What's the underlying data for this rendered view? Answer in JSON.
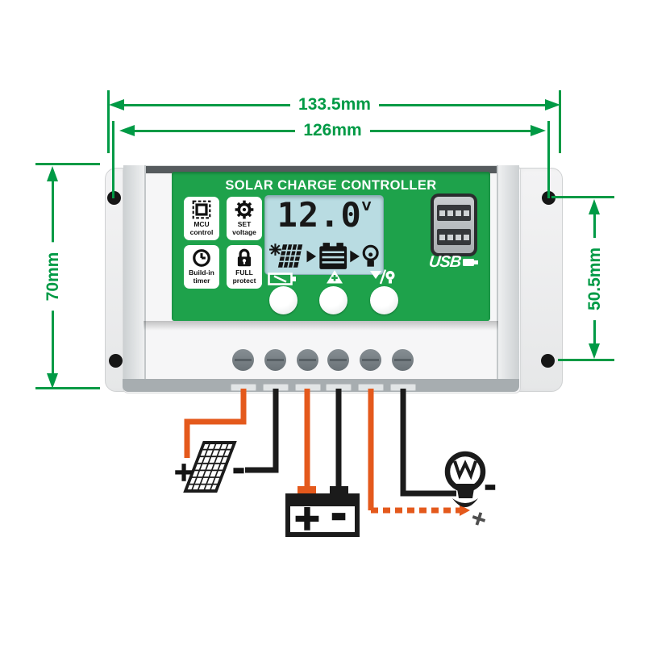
{
  "dimensions": {
    "overall_width": "133.5mm",
    "mount_hole_width": "126mm",
    "overall_height": "70mm",
    "mount_hole_height": "50.5mm"
  },
  "controller": {
    "title": "SOLAR CHARGE CONTROLLER",
    "features": [
      {
        "icon": "mcu-chip-icon",
        "label_line1": "MCU",
        "label_line2": "control"
      },
      {
        "icon": "gear-icon",
        "label_line1": "SET",
        "label_line2": "voltage"
      },
      {
        "icon": "clock-icon",
        "label_line1": "Build-in",
        "label_line2": "timer"
      },
      {
        "icon": "lock-icon",
        "label_line1": "FULL",
        "label_line2": "protect"
      }
    ],
    "lcd": {
      "voltage": "12.0",
      "unit": "V"
    },
    "usb_label": "USB"
  },
  "wiring": {
    "solar_plus": "+",
    "solar_minus": "-",
    "battery_plus": "+",
    "battery_minus": "-",
    "load_minus": "-",
    "load_plus": "+"
  },
  "colors": {
    "dimension_green": "#009a45",
    "panel_green": "#1ea24b",
    "wire_orange": "#e4591c",
    "wire_black": "#1b1b1b",
    "lcd_background": "#b9dce2"
  }
}
